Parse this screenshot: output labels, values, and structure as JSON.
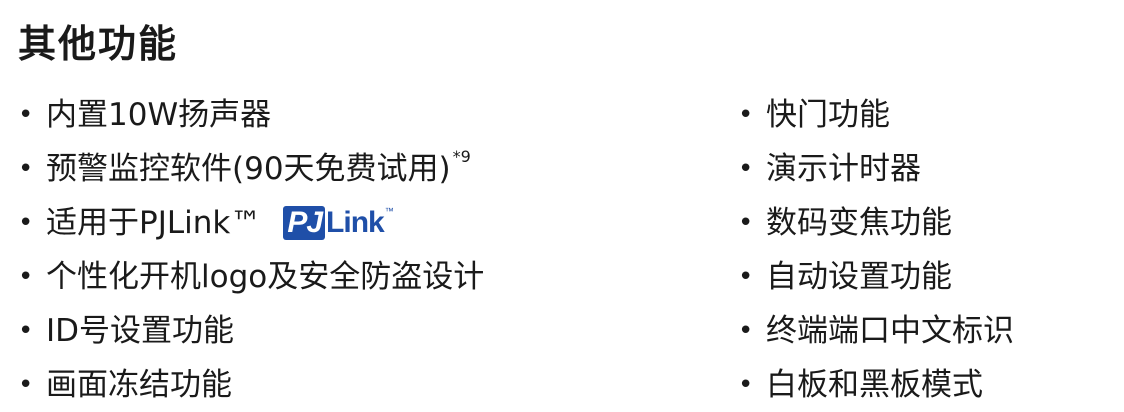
{
  "title": "其他功能",
  "bullet": "•",
  "left": [
    {
      "text": "内置10W扬声器"
    },
    {
      "text": "预警监控软件(90天免费试用)",
      "note": "*9"
    },
    {
      "text": "适用于PJLink™"
    },
    {
      "text": "个性化开机logo及安全防盗设计"
    },
    {
      "text": "ID号设置功能"
    },
    {
      "text": "画面冻结功能"
    }
  ],
  "right": [
    {
      "text": "快门功能"
    },
    {
      "text": "演示计时器"
    },
    {
      "text": "数码变焦功能"
    },
    {
      "text": "自动设置功能"
    },
    {
      "text": "终端端口中文标识"
    },
    {
      "text": "白板和黑板模式"
    }
  ],
  "logo": {
    "pj": "PJ",
    "link": "Link",
    "tm": "™",
    "color": "#1f4fa8"
  }
}
